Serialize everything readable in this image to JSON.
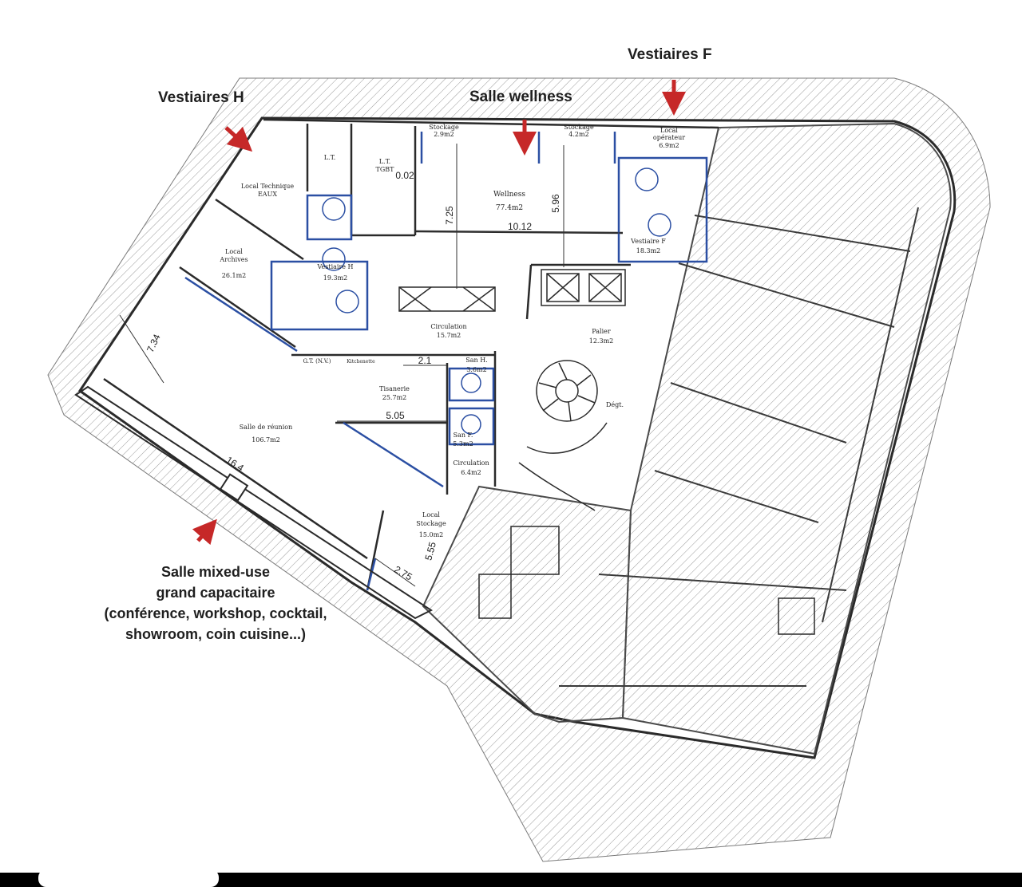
{
  "callouts": {
    "vestiaires_h": "Vestiaires H",
    "vestiaires_f": "Vestiaires F",
    "salle_wellness": "Salle wellness",
    "mixed_use": [
      "Salle mixed-use",
      "grand capacitaire",
      "(conférence, workshop, cocktail,",
      "showroom, coin cuisine...)"
    ]
  },
  "rooms": {
    "local_technique": [
      "Local Technique",
      "EAUX"
    ],
    "lt": "L.T.",
    "lt_tgbt": [
      "L.T.",
      "TGBT"
    ],
    "stockage_1": [
      "Stockage",
      "2.9m2"
    ],
    "stockage_2": [
      "Stockage",
      "4.2m2"
    ],
    "local_operateur": [
      "Local",
      "opérateur",
      "6.9m2"
    ],
    "wellness": [
      "Wellness",
      "77.4m2"
    ],
    "local_archives": [
      "Local",
      "Archives",
      "26.1m2"
    ],
    "vestiaire_h": [
      "Vestiaire H",
      "19.3m2"
    ],
    "vestiaire_f": [
      "Vestiaire F",
      "18.3m2"
    ],
    "circulation_1": [
      "Circulation",
      "15.7m2"
    ],
    "palier": [
      "Palier",
      "12.3m2"
    ],
    "gt": "G.T. (N.V.)",
    "kitchenette": "Kitchenette",
    "san_h": [
      "San H.",
      "3.6m2"
    ],
    "tisanerie": [
      "Tisanerie",
      "25.7m2"
    ],
    "san_f": [
      "San F.",
      "5.3m2"
    ],
    "salle_reunion": [
      "Salle de réunion",
      "106.7m2"
    ],
    "circulation_2": [
      "Circulation",
      "6.4m2"
    ],
    "local_stockage": [
      "Local",
      "Stockage",
      "15.0m2"
    ],
    "degt": "Dégt."
  },
  "dimensions": {
    "d_0_02": "0.02",
    "d_7_25": "7.25",
    "d_5_96": "5.96",
    "d_10_12": "10.12",
    "d_7_34": "7.34",
    "d_2_1": "2.1",
    "d_5_05": "5.05",
    "d_16_4": "16.4",
    "d_5_55": "5.55",
    "d_2_75": "2.75"
  },
  "colors": {
    "wall": "#2a2a2a",
    "hatch": "#8c8c8c",
    "blue": "#2b4fa3",
    "arrow": "#c62828",
    "text": "#1f1f1f"
  }
}
